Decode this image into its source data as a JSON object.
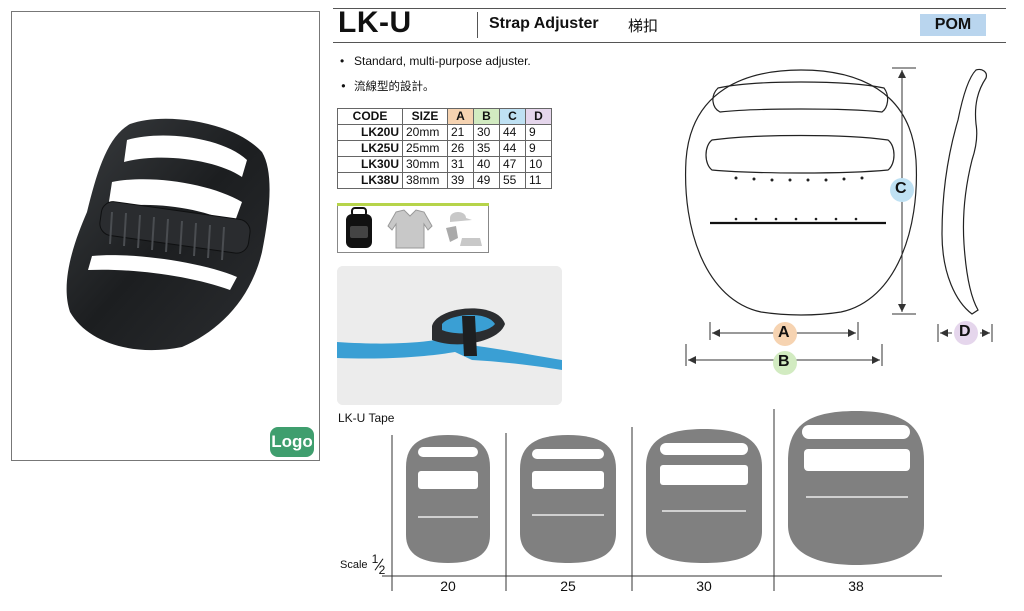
{
  "header": {
    "model": "LK-U",
    "product_name": "Strap Adjuster",
    "product_name_cn": "梯扣",
    "material": "POM"
  },
  "bullets": [
    "Standard, multi-purpose adjuster.",
    "流線型的設計。"
  ],
  "spec_table": {
    "headers": [
      "CODE",
      "SIZE",
      "A",
      "B",
      "C",
      "D"
    ],
    "rows": [
      {
        "code": "LK20U",
        "size": "20mm",
        "a": "21",
        "b": "30",
        "c": "44",
        "d": "9"
      },
      {
        "code": "LK25U",
        "size": "25mm",
        "a": "26",
        "b": "35",
        "c": "44",
        "d": "9"
      },
      {
        "code": "LK30U",
        "size": "30mm",
        "a": "31",
        "b": "40",
        "c": "47",
        "d": "10"
      },
      {
        "code": "LK38U",
        "size": "38mm",
        "a": "39",
        "b": "49",
        "c": "55",
        "d": "11"
      }
    ]
  },
  "dimension_labels": {
    "a": "A",
    "b": "B",
    "c": "C",
    "d": "D"
  },
  "logo": "Logo",
  "tape": {
    "title": "LK-U Tape",
    "scale_prefix": "Scale",
    "scale_num": "1",
    "scale_den": "2",
    "sizes": [
      "20",
      "25",
      "30",
      "38"
    ]
  },
  "colors": {
    "accent_blue": "#b9d5ee",
    "col_a": "#f6d3b1",
    "col_b": "#d2ebc1",
    "col_c": "#bfe1f3",
    "col_d": "#e5d6ec",
    "logo_green": "#3f9e6e",
    "silhouette_gray": "#808080"
  },
  "icons": [
    "backpack-icon",
    "jacket-icon",
    "outdoor-gear-icon"
  ]
}
